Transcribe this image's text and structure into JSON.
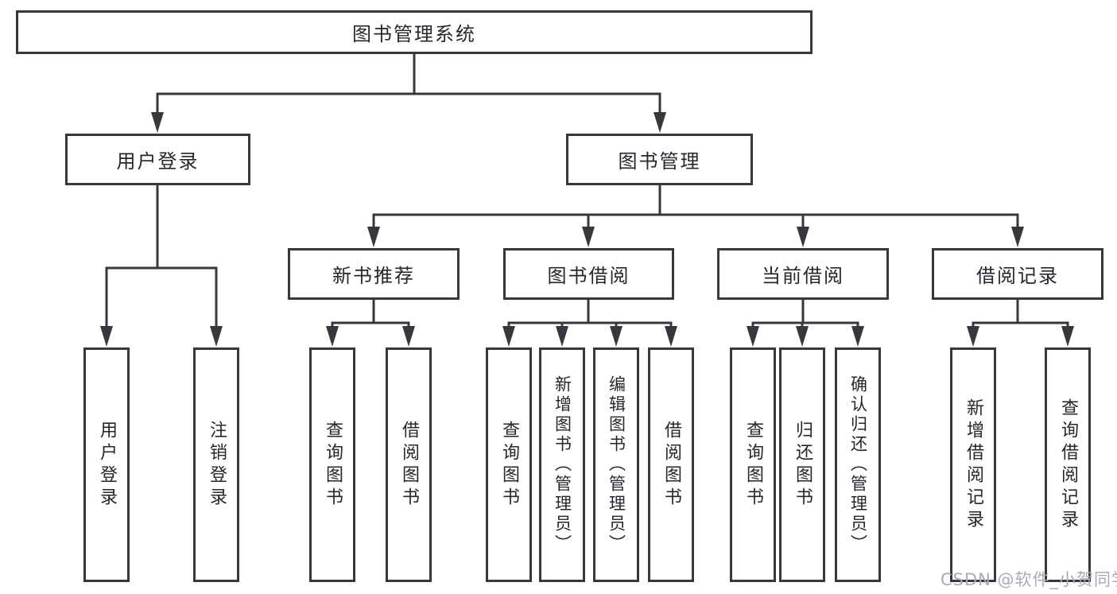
{
  "nodes": {
    "root": {
      "label": "图书管理系统"
    },
    "level2": [
      {
        "label": "用户登录"
      },
      {
        "label": "图书管理"
      }
    ],
    "level3": [
      {
        "label": "新书推荐"
      },
      {
        "label": "图书借阅"
      },
      {
        "label": "当前借阅"
      },
      {
        "label": "借阅记录"
      }
    ],
    "leaves": [
      {
        "label": "用户登录"
      },
      {
        "label": "注销登录"
      },
      {
        "label": "查询图书"
      },
      {
        "label": "借阅图书"
      },
      {
        "label": "查询图书"
      },
      {
        "label": "新增图书（管理员）"
      },
      {
        "label": "编辑图书（管理员）"
      },
      {
        "label": "借阅图书"
      },
      {
        "label": "查询图书"
      },
      {
        "label": "归还图书"
      },
      {
        "label": "确认归还（管理员）"
      },
      {
        "label": "新增借阅记录"
      },
      {
        "label": "查询借阅记录"
      }
    ]
  },
  "edges": [
    {
      "from": "图书管理系统",
      "to": [
        "用户登录",
        "图书管理"
      ]
    },
    {
      "from": "用户登录",
      "to": [
        "用户登录",
        "注销登录"
      ]
    },
    {
      "from": "图书管理",
      "to": [
        "新书推荐",
        "图书借阅",
        "当前借阅",
        "借阅记录"
      ]
    },
    {
      "from": "新书推荐",
      "to": [
        "查询图书",
        "借阅图书"
      ]
    },
    {
      "from": "图书借阅",
      "to": [
        "查询图书",
        "新增图书（管理员）",
        "编辑图书（管理员）",
        "借阅图书"
      ]
    },
    {
      "from": "当前借阅",
      "to": [
        "查询图书",
        "归还图书",
        "确认归还（管理员）"
      ]
    },
    {
      "from": "借阅记录",
      "to": [
        "新增借阅记录",
        "查询借阅记录"
      ]
    }
  ],
  "watermark": {
    "text": "CSDN @软件_小贺同学"
  },
  "colors": {
    "line": "#37373d",
    "text": "#26262c",
    "watermark": "#a6abb6",
    "background": "#ffffff"
  }
}
